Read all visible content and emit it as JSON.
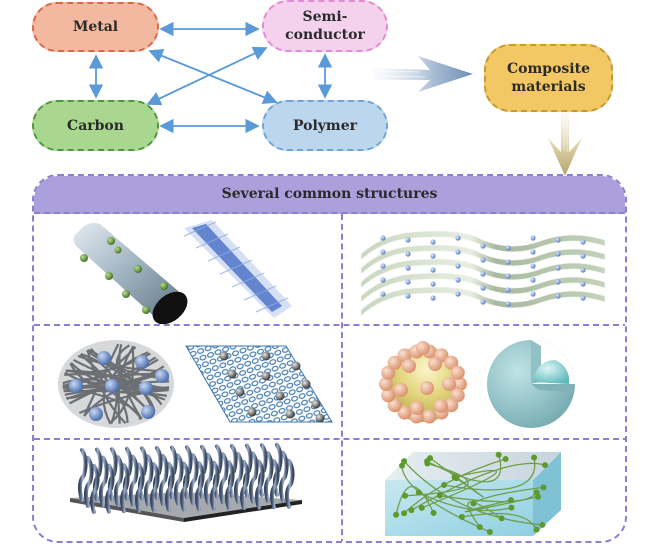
{
  "diagram": {
    "nodes": {
      "metal": {
        "label": "Metal"
      },
      "semiconductor": {
        "line1": "Semi-",
        "line2": "conductor"
      },
      "carbon": {
        "label": "Carbon"
      },
      "polymer": {
        "label": "Polymer"
      },
      "composite": {
        "line1": "Composite",
        "line2": "materials"
      }
    },
    "edges": [
      {
        "from": "metal",
        "to": "semiconductor",
        "type": "bidirectional"
      },
      {
        "from": "metal",
        "to": "carbon",
        "type": "bidirectional"
      },
      {
        "from": "metal",
        "to": "polymer",
        "type": "bidirectional"
      },
      {
        "from": "semiconductor",
        "to": "carbon",
        "type": "bidirectional"
      },
      {
        "from": "semiconductor",
        "to": "polymer",
        "type": "bidirectional"
      },
      {
        "from": "carbon",
        "to": "polymer",
        "type": "bidirectional"
      },
      {
        "from": "materials-group",
        "to": "composite",
        "type": "big-arrow"
      },
      {
        "from": "composite",
        "to": "structures-panel",
        "type": "big-arrow"
      }
    ],
    "colors": {
      "metal": "#f3b9a0",
      "semiconductor": "#f4d2ee",
      "carbon": "#a9d78f",
      "polymer": "#bcd6ee",
      "composite": "#f2c764",
      "panel_header": "#ab9fdc",
      "connector": "#5a9ad8"
    }
  },
  "panel": {
    "title": "Several common structures",
    "structures": [
      {
        "name": "decorated-nanotube-and-coated-nanowire"
      },
      {
        "name": "stacked-layers-with-particles"
      },
      {
        "name": "fiber-network-and-decorated-sheet"
      },
      {
        "name": "decorated-sphere-and-core-shell"
      },
      {
        "name": "vertical-nanowire-array"
      },
      {
        "name": "polymer-network-matrix"
      }
    ]
  }
}
